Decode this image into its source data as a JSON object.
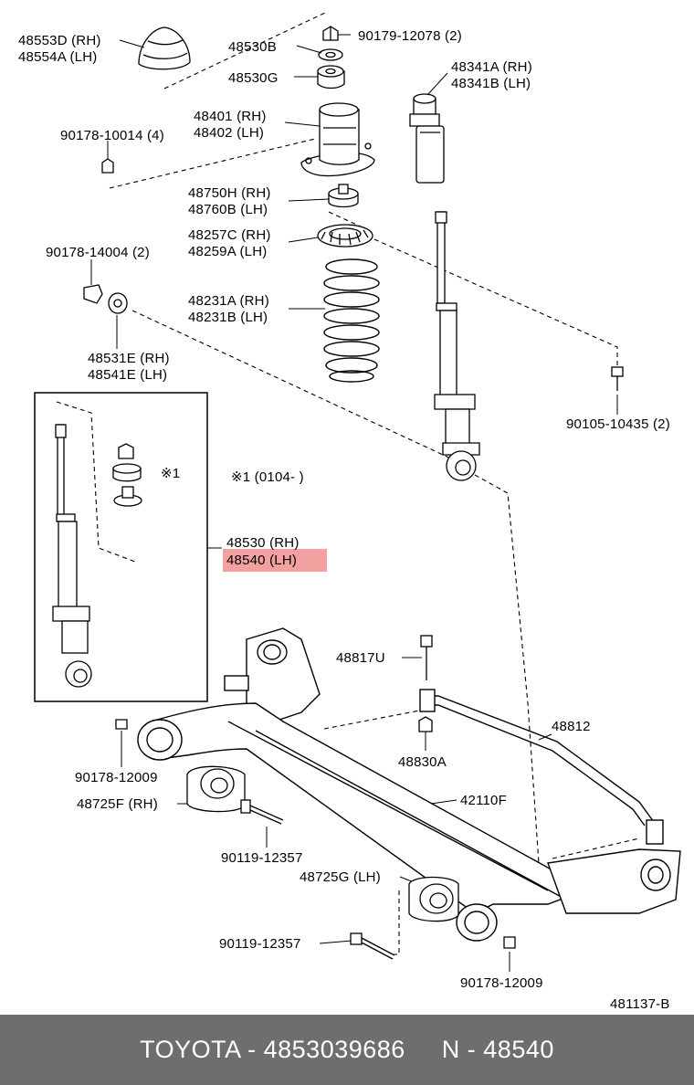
{
  "diagram": {
    "labels": {
      "p48553d": "48553D (RH)",
      "p48554a": "48554A (LH)",
      "p48530b": "48530B",
      "p90179": "90179-12078 (2)",
      "p48530g": "48530G",
      "p48341a": "48341A (RH)",
      "p48341b": "48341B (LH)",
      "p48401": "48401 (RH)",
      "p48402": "48402 (LH)",
      "p90178_10014": "90178-10014 (4)",
      "p48750h": "48750H (RH)",
      "p48760b": "48760B (LH)",
      "p48257c": "48257C (RH)",
      "p48259a": "48259A (LH)",
      "p90178_14004": "90178-14004 (2)",
      "p48231a": "48231A (RH)",
      "p48231b": "48231B (LH)",
      "p48531e": "48531E (RH)",
      "p48541e": "48541E (LH)",
      "p90105": "90105-10435 (2)",
      "note1": "※1",
      "note1_range": "※1 (0104-          )",
      "p48530": "48530 (RH)",
      "p48540": "48540 (LH)",
      "p48817u": "48817U",
      "p48812": "48812",
      "p90178_12009a": "90178-12009",
      "p48830a": "48830A",
      "p48725f": "48725F (RH)",
      "p42110f": "42110F",
      "p90119a": "90119-12357",
      "p48725g": "48725G (LH)",
      "p90119b": "90119-12357",
      "p90178_12009b": "90178-12009",
      "diagram_id": "481137-B"
    },
    "highlight_color": "#f3a0a0"
  },
  "footer": {
    "text": "TOYOTA - 4853039686     N - 48540",
    "background": "#6e6e6e"
  }
}
